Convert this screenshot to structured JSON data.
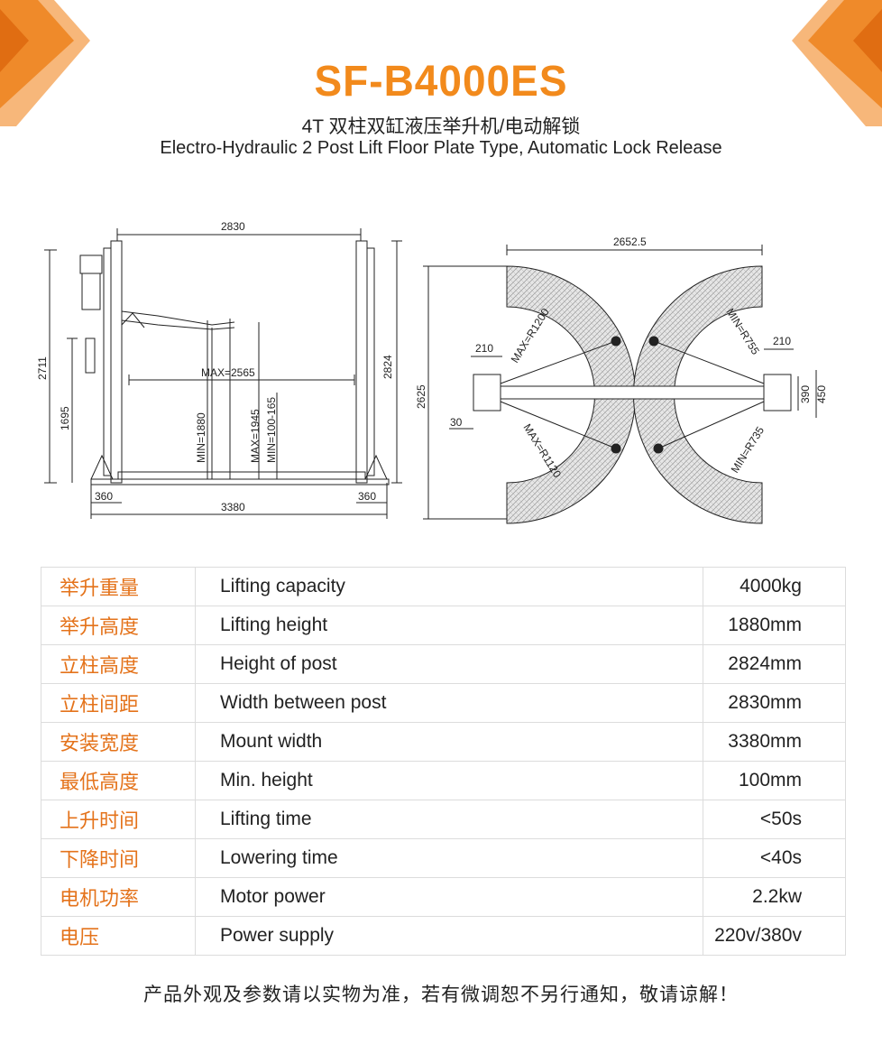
{
  "header": {
    "model": "SF-B4000ES",
    "subtitle_cn": "4T 双柱双缸液压举升机/电动解锁",
    "subtitle_en": "Electro-Hydraulic 2 Post Lift  Floor Plate Type, Automatic Lock Release"
  },
  "colors": {
    "accent": "#f28a1c",
    "label_cn": "#e4731b",
    "hatch": "#cfcfcf"
  },
  "drawing": {
    "front": {
      "width_between_post": "2830",
      "post_height_left": "2711",
      "mid_height": "1695",
      "post_height_right": "2824",
      "max_span": "MAX=2565",
      "min_lift": "MIN=1880",
      "max_lift": "MAX=1945",
      "min_range": "MIN=100-165",
      "base_left": "360",
      "base_right": "360",
      "overall_width": "3380"
    },
    "top": {
      "overall_width": "2652.5",
      "depth": "2625",
      "arm_left": "210",
      "arm_right": "210",
      "column_offset": "30",
      "radius_max_top": "MAX=R1200",
      "radius_max_bottom": "MAX=R1120",
      "radius_min_top": "MIN=R755",
      "radius_min_bottom": "MIN=R735",
      "col_depth_1": "390",
      "col_depth_2": "450"
    }
  },
  "specs": [
    {
      "cn": "举升重量",
      "en": "Lifting capacity",
      "value": "4000kg"
    },
    {
      "cn": "举升高度",
      "en": "Lifting height",
      "value": "1880mm"
    },
    {
      "cn": "立柱高度",
      "en": "Height of post",
      "value": "2824mm"
    },
    {
      "cn": "立柱间距",
      "en": "Width between post",
      "value": "2830mm"
    },
    {
      "cn": "安装宽度",
      "en": "Mount width",
      "value": "3380mm"
    },
    {
      "cn": "最低高度",
      "en": "Min. height",
      "value": "100mm"
    },
    {
      "cn": "上升时间",
      "en": "Lifting time",
      "value": "<50s"
    },
    {
      "cn": "下降时间",
      "en": "Lowering time",
      "value": "<40s"
    },
    {
      "cn": "电机功率",
      "en": "Motor power",
      "value": "2.2kw"
    },
    {
      "cn": "电压",
      "en": "Power supply",
      "value": "220v/380v"
    }
  ],
  "footer": "产品外观及参数请以实物为准，若有微调恕不另行通知，敬请谅解！"
}
